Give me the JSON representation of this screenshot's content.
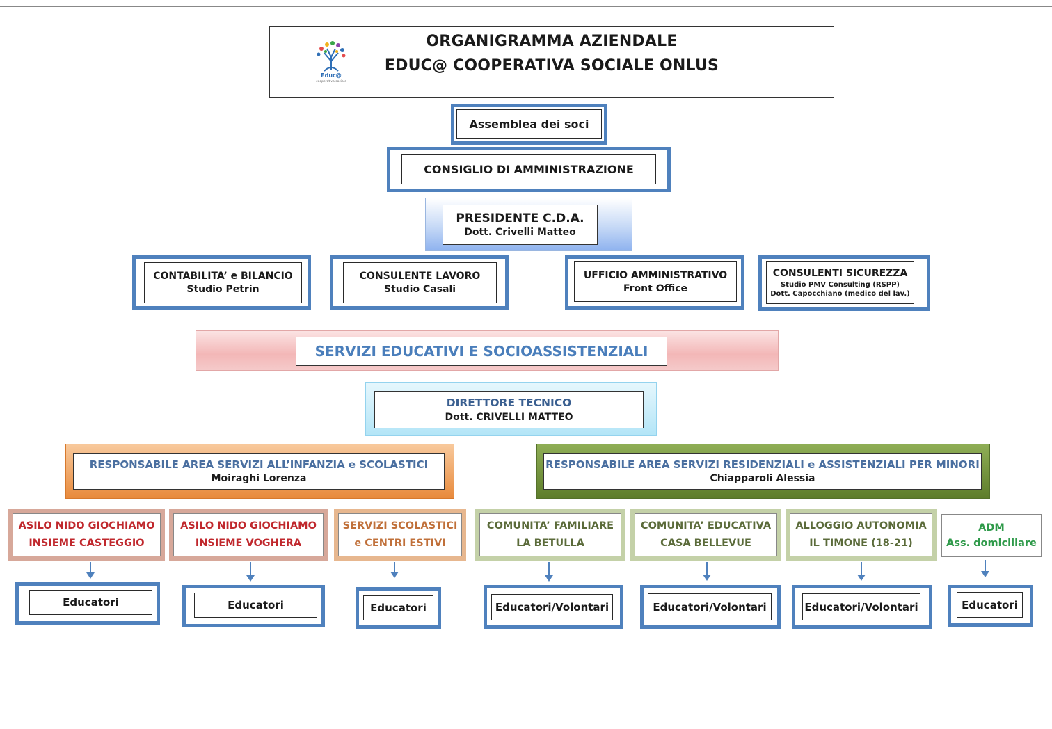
{
  "header": {
    "title_line1": "ORGANIGRAMMA AZIENDALE",
    "title_line2": "EDUC@ COOPERATIVA SOCIALE ONLUS",
    "logo_text": "Educ@",
    "logo_subtext": "cooperativa sociale"
  },
  "assemblea": "Assemblea dei soci",
  "consiglio": "CONSIGLIO DI AMMINISTRAZIONE",
  "presidente": {
    "title": "PRESIDENTE C.D.A.",
    "name": "Dott. Crivelli Matteo"
  },
  "staff": [
    {
      "title": "CONTABILITA’ e BILANCIO",
      "sub": "Studio Petrin"
    },
    {
      "title": "CONSULENTE LAVORO",
      "sub": "Studio Casali"
    },
    {
      "title": "UFFICIO AMMINISTRATIVO",
      "sub": "Front Office"
    },
    {
      "title": "CONSULENTI SICUREZZA",
      "sub1": "Studio PMV Consulting (RSPP)",
      "sub2": "Dott. Capocchiano (medico del lav.)"
    }
  ],
  "servizi": "SERVIZI EDUCATIVI E SOCIOASSISTENZIALI",
  "direttore": {
    "title": "DIRETTORE TECNICO",
    "name": "Dott. CRIVELLI MATTEO"
  },
  "areas": [
    {
      "title": "RESPONSABILE AREA SERVIZI ALL’INFANZIA e SCOLASTICI",
      "name": "Moiraghi Lorenza"
    },
    {
      "title": "RESPONSABILE AREA SERVIZI RESIDENZIALI e ASSISTENZIALI PER MINORI",
      "name": "Chiapparoli Alessia"
    }
  ],
  "services": [
    {
      "line1": "ASILO NIDO GIOCHIAMO",
      "line2": "INSIEME CASTEGGIO",
      "staff": "Educatori"
    },
    {
      "line1": "ASILO NIDO GIOCHIAMO",
      "line2": "INSIEME VOGHERA",
      "staff": "Educatori"
    },
    {
      "line1": "SERVIZI SCOLASTICI",
      "line2": "e CENTRI ESTIVI",
      "staff": "Educatori"
    },
    {
      "line1": "COMUNITA’ FAMILIARE",
      "line2": "LA BETULLA",
      "staff": "Educatori/Volontari"
    },
    {
      "line1": "COMUNITA’ EDUCATIVA",
      "line2": "CASA BELLEVUE",
      "staff": "Educatori/Volontari"
    },
    {
      "line1": "ALLOGGIO AUTONOMIA",
      "line2": "IL TIMONE (18-21)",
      "staff": "Educatori/Volontari"
    },
    {
      "line1": "ADM",
      "line2": "Ass. domiciliare",
      "staff": "Educatori"
    }
  ],
  "colors": {
    "frame_blue": "#4f81bd",
    "servizi_text": "#4a7ebb",
    "red_text": "#c0282d",
    "orange_text": "#c0703a",
    "green_text": "#5b6b3a",
    "adm_text": "#2f9a4a"
  }
}
